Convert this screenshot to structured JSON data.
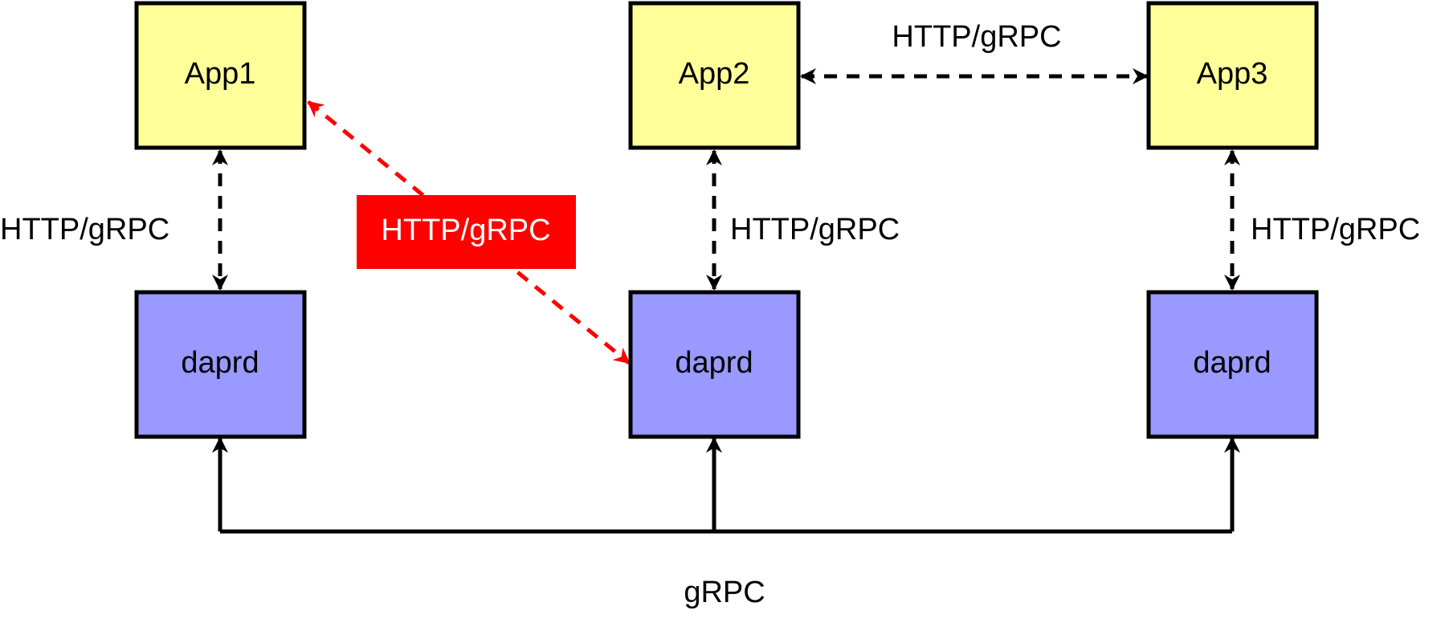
{
  "colors": {
    "app_fill": "#ffff99",
    "daprd_fill": "#9999ff",
    "stroke": "#000000",
    "highlight": "#ff0000",
    "highlight_text": "#ffffff",
    "background": "#ffffff"
  },
  "nodes": {
    "app1": {
      "label": "App1"
    },
    "app2": {
      "label": "App2"
    },
    "app3": {
      "label": "App3"
    },
    "daprd1": {
      "label": "daprd"
    },
    "daprd2": {
      "label": "daprd"
    },
    "daprd3": {
      "label": "daprd"
    }
  },
  "edges": {
    "app1_daprd1": {
      "label": "HTTP/gRPC",
      "style": "dashed",
      "direction": "both"
    },
    "app2_daprd2": {
      "label": "HTTP/gRPC",
      "style": "dashed",
      "direction": "both"
    },
    "app3_daprd3": {
      "label": "HTTP/gRPC",
      "style": "dashed",
      "direction": "both"
    },
    "app2_app3": {
      "label": "HTTP/gRPC",
      "style": "dashed",
      "direction": "both"
    },
    "app1_daprd2": {
      "label": "HTTP/gRPC",
      "style": "dashed",
      "direction": "both",
      "highlighted": true
    },
    "daprd_bus": {
      "label": "gRPC",
      "style": "solid",
      "direction": "to-daprd"
    }
  }
}
